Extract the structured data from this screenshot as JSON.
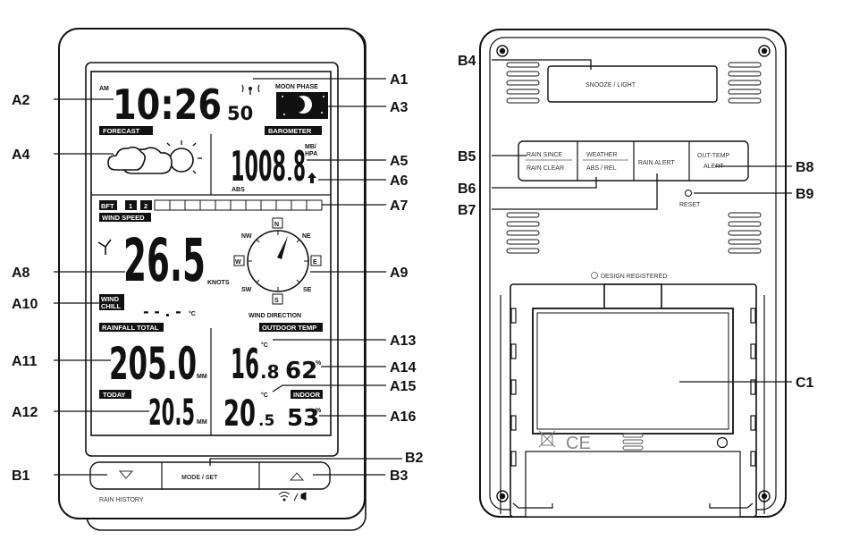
{
  "front": {
    "time": {
      "ampm": "AM",
      "hours_minutes": "10:26",
      "seconds": "50",
      "signal_icon": "radio-signal-icon"
    },
    "moon_phase": {
      "label": "MOON PHASE",
      "icon": "moon-phase-icon"
    },
    "forecast": {
      "label": "FORECAST",
      "icon": "cloud-sun-icon"
    },
    "barometer": {
      "label": "BAROMETER",
      "value": "1008",
      "decimal": "8",
      "unit_top": "MB/",
      "unit_bottom": "HPA",
      "mode": "ABS",
      "trend_icon": "arrow-up-icon"
    },
    "wind": {
      "bft_label": "BFT",
      "bft_1": "1",
      "bft_2": "2",
      "speed_label": "WIND SPEED",
      "speed_value": "26.5",
      "speed_unit": "KNOTS",
      "direction_label": "WIND DIRECTION",
      "compass": {
        "n": "N",
        "ne": "NE",
        "e": "E",
        "se": "SE",
        "s": "S",
        "sw": "SW",
        "w": "W",
        "nw": "NW"
      },
      "chill_label_1": "WIND",
      "chill_label_2": "CHILL",
      "chill_value": "- - . -",
      "chill_unit": "°C",
      "fan_icon": "wind-fan-icon"
    },
    "rain": {
      "total_label": "RAINFALL TOTAL",
      "total_value": "205.0",
      "total_unit": "MM",
      "today_label": "TODAY",
      "today_value": "20.5",
      "today_unit": "MM"
    },
    "outdoor": {
      "label": "OUTDOOR TEMP",
      "temp_int": "16",
      "temp_dec": ".8",
      "temp_unit": "°C",
      "humidity": "62",
      "humidity_unit": "%"
    },
    "indoor": {
      "label": "INDOOR",
      "temp_int": "20",
      "temp_dec": ".5",
      "temp_unit": "°C",
      "humidity": "53",
      "humidity_unit": "%"
    },
    "buttons": {
      "mode_set": "MODE / SET",
      "rain_history": "RAIN HISTORY",
      "wifi_alarm_icon": "wifi-alarm-icon"
    }
  },
  "back": {
    "snooze_light": "SNOOZE / LIGHT",
    "rain_since": "RAIN SINCE",
    "rain_clear": "RAIN CLEAR",
    "weather": "WEATHER",
    "abs_rel": "ABS / REL",
    "rain_alert": "RAIN ALERT",
    "out_temp": "OUT-TEMP",
    "alert": "ALERT",
    "reset": "RESET",
    "design_registered": "DESIGN REGISTERED",
    "ce_mark": "CE"
  },
  "callouts": {
    "A1": "A1",
    "A2": "A2",
    "A3": "A3",
    "A4": "A4",
    "A5": "A5",
    "A6": "A6",
    "A7": "A7",
    "A8": "A8",
    "A9": "A9",
    "A10": "A10",
    "A11": "A11",
    "A12": "A12",
    "A13": "A13",
    "A14": "A14",
    "A15": "A15",
    "A16": "A16",
    "B1": "B1",
    "B2": "B2",
    "B3": "B3",
    "B4": "B4",
    "B5": "B5",
    "B6": "B6",
    "B7": "B7",
    "B8": "B8",
    "B9": "B9",
    "C1": "C1"
  }
}
